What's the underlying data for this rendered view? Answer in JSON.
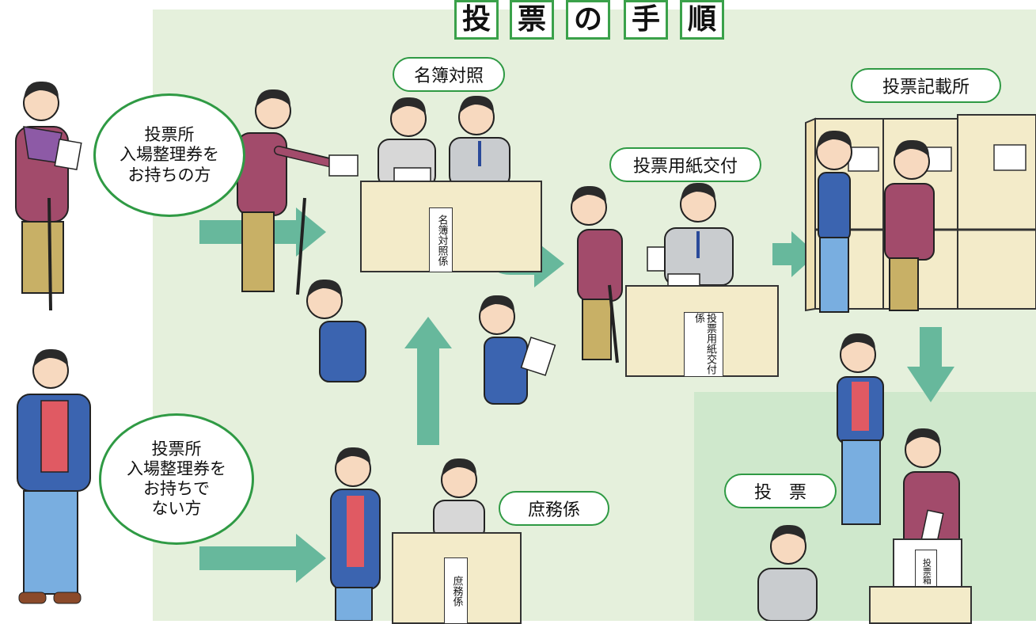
{
  "title": {
    "chars": [
      "投",
      "票",
      "の",
      "手",
      "順"
    ]
  },
  "stations": {
    "roll_check": "名簿対照",
    "ballot_issue": "投票用紙交付",
    "writing_booth": "投票記載所",
    "general_affairs": "庶務係",
    "voting": "投　票"
  },
  "bubbles": {
    "with_ticket": [
      "投票所",
      "入場整理券を",
      "お持ちの方"
    ],
    "without_ticket": [
      "投票所",
      "入場整理券を",
      "お持ちで",
      "ない方"
    ]
  },
  "desk_signs": {
    "roll_check_desk": "名簿対照係",
    "ballot_issue_desk": "投票用紙交付係",
    "general_affairs_desk": "庶務係",
    "ballot_box": "投票箱"
  },
  "colors": {
    "background": "#e5f0dc",
    "vote_area": "#cfe8cc",
    "arrow": "#67b89c",
    "label_border": "#2f9a44",
    "desk": "#f3ebc9"
  },
  "icons": [
    "arrow-right-icon",
    "arrow-up-icon",
    "arrow-down-icon",
    "arrow-bend-icon"
  ]
}
